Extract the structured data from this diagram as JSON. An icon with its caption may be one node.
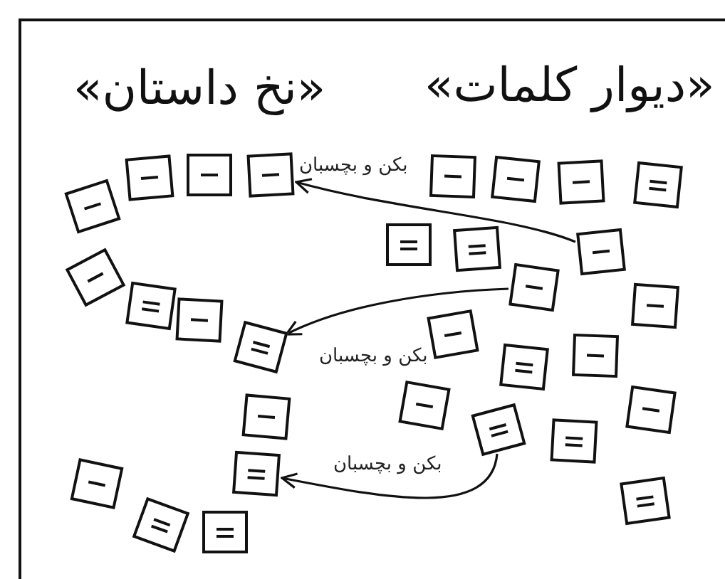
{
  "diagram": {
    "nodes": [
      {
        "text": [],
        "shape": "box"
      },
      {
        "text": [],
        "shape": "box"
      },
      {
        "text": [],
        "shape": "box"
      },
      {
        "text": [],
        "shape": "box"
      },
      {
        "text": [],
        "shape": "box"
      },
      {
        "text": [],
        "shape": "box"
      },
      {
        "text": [],
        "shape": "box"
      },
      {
        "text": [],
        "shape": "box"
      },
      {
        "text": [],
        "shape": "box"
      },
      {
        "text": [],
        "shape": "box"
      },
      {
        "text": [],
        "shape": "box"
      },
      {
        "text": [],
        "shape": "box"
      },
      {
        "text": [],
        "shape": "box"
      },
      {
        "text": [],
        "shape": "box"
      },
      {
        "text": [],
        "shape": "box"
      },
      {
        "text": [],
        "shape": "box"
      },
      {
        "text": [],
        "shape": "box"
      },
      {
        "text": [],
        "shape": "box"
      },
      {
        "text": [],
        "shape": "box"
      },
      {
        "text": [],
        "shape": "box"
      },
      {
        "text": [],
        "shape": "box"
      },
      {
        "text": [],
        "shape": "box"
      },
      {
        "text": [],
        "shape": "box"
      },
      {
        "text": [],
        "shape": "box"
      },
      {
        "text": [],
        "shape": "box"
      },
      {
        "text": [],
        "shape": "box"
      },
      {
        "text": [],
        "shape": "box"
      },
      {
        "text": [],
        "shape": "box"
      },
      {
        "text": [],
        "shape": "box"
      },
      {
        "text": [],
        "shape": "box"
      }
    ],
    "edges": [
      {
        "from": 10,
        "to": 3,
        "arrow": "to",
        "label": "بکن و بچسبان"
      },
      {
        "from": 15,
        "to": 14,
        "arrow": "to",
        "label": "بکن و بچسبان"
      },
      {
        "from": 22,
        "to": 25,
        "arrow": "to",
        "label": "بکن و بچسبان"
      }
    ],
    "labels": [
      "«دیوار کلمات»",
      "«نخ داستان»"
    ]
  }
}
